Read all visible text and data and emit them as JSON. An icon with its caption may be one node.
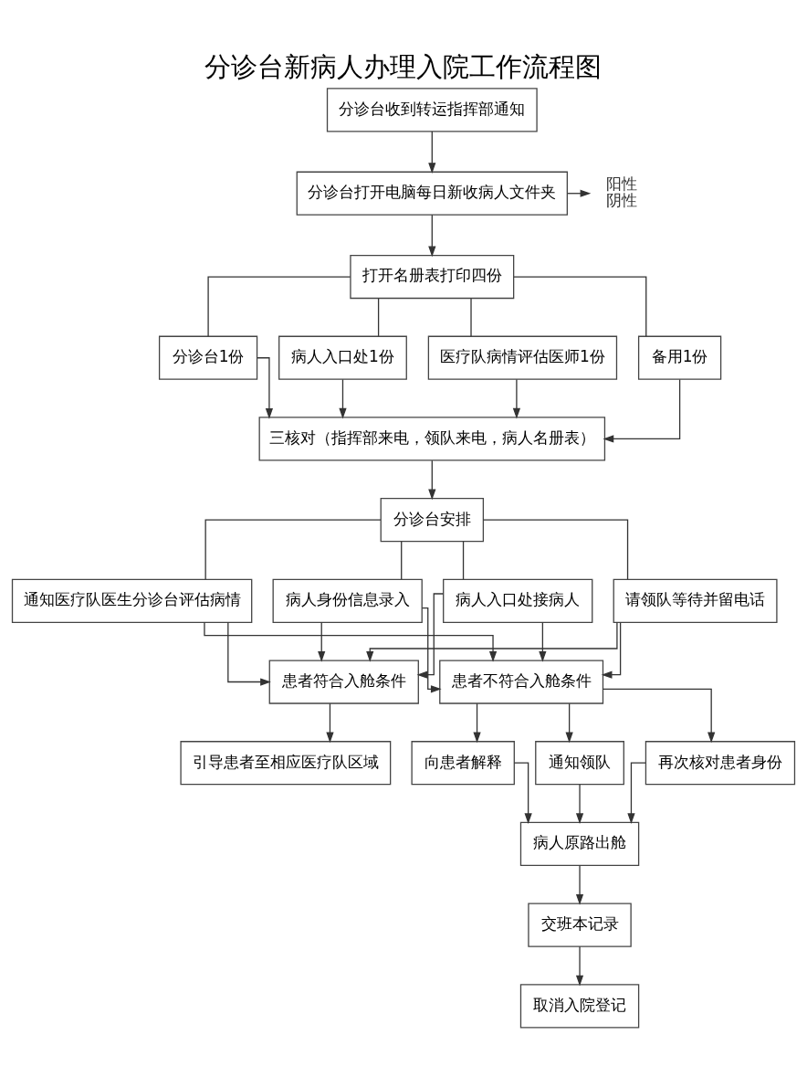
{
  "diagram": {
    "title": "分诊台新病人办理入院工作流程图",
    "nodes": [
      {
        "text": [
          "分诊台收到转运指挥部通知"
        ]
      },
      {
        "text": [
          "分诊台打开电脑每日新收病人文件夹"
        ]
      },
      {
        "text": [
          "阳性",
          "阴性"
        ]
      },
      {
        "text": [
          "打开名册表打印四份"
        ]
      },
      {
        "text": [
          "分诊台1份"
        ]
      },
      {
        "text": [
          "病人入口处1份"
        ]
      },
      {
        "text": [
          "医疗队病情评估医师1份"
        ]
      },
      {
        "text": [
          "备用1份"
        ]
      },
      {
        "text": [
          "三核对（指挥部来电，领队来电，病人名册表）"
        ]
      },
      {
        "text": [
          "分诊台安排"
        ]
      },
      {
        "text": [
          "病人入口处接病人"
        ]
      },
      {
        "text": [
          "请领队等待并留电话"
        ]
      },
      {
        "text": [
          "通知医疗队医生分诊台评估病情"
        ]
      },
      {
        "text": [
          "病人身份信息录入"
        ]
      },
      {
        "text": [
          "患者符合入舱条件"
        ]
      },
      {
        "text": [
          "患者不符合入舱条件"
        ]
      },
      {
        "text": [
          "引导患者至相应医疗队区域"
        ]
      },
      {
        "text": [
          "向患者解释"
        ]
      },
      {
        "text": [
          "通知领队"
        ]
      },
      {
        "text": [
          "再次核对患者身份"
        ]
      },
      {
        "text": [
          "病人原路出舱"
        ]
      },
      {
        "text": [
          "交班本记录"
        ]
      },
      {
        "text": [
          "取消入院登记"
        ]
      }
    ],
    "edges": [
      {
        "from": 0,
        "to": 1,
        "arrow": "to"
      },
      {
        "from": 1,
        "to": 2,
        "arrow": "to"
      },
      {
        "from": 1,
        "to": 3,
        "arrow": "to"
      },
      {
        "from": 3,
        "to": 4,
        "arrow": "none"
      },
      {
        "from": 3,
        "to": 5,
        "arrow": "none"
      },
      {
        "from": 3,
        "to": 6,
        "arrow": "none"
      },
      {
        "from": 3,
        "to": 7,
        "arrow": "none"
      },
      {
        "from": 4,
        "to": 8,
        "arrow": "to"
      },
      {
        "from": 5,
        "to": 8,
        "arrow": "to"
      },
      {
        "from": 6,
        "to": 8,
        "arrow": "to"
      },
      {
        "from": 7,
        "to": 8,
        "arrow": "to"
      },
      {
        "from": 8,
        "to": 9,
        "arrow": "to"
      },
      {
        "from": 9,
        "to": 10,
        "arrow": "none"
      },
      {
        "from": 9,
        "to": 11,
        "arrow": "none"
      },
      {
        "from": 9,
        "to": 12,
        "arrow": "none"
      },
      {
        "from": 9,
        "to": 13,
        "arrow": "none"
      },
      {
        "from": 10,
        "to": 14,
        "arrow": "to"
      },
      {
        "from": 11,
        "to": 14,
        "arrow": "to"
      },
      {
        "from": 12,
        "to": 14,
        "arrow": "to"
      },
      {
        "from": 13,
        "to": 14,
        "arrow": "to"
      },
      {
        "from": 10,
        "to": 15,
        "arrow": "to"
      },
      {
        "from": 11,
        "to": 15,
        "arrow": "to"
      },
      {
        "from": 12,
        "to": 15,
        "arrow": "to"
      },
      {
        "from": 13,
        "to": 15,
        "arrow": "to"
      },
      {
        "from": 14,
        "to": 16,
        "arrow": "to"
      },
      {
        "from": 15,
        "to": 17,
        "arrow": "to"
      },
      {
        "from": 15,
        "to": 18,
        "arrow": "to"
      },
      {
        "from": 15,
        "to": 19,
        "arrow": "to"
      },
      {
        "from": 17,
        "to": 20,
        "arrow": "to"
      },
      {
        "from": 18,
        "to": 20,
        "arrow": "to"
      },
      {
        "from": 19,
        "to": 20,
        "arrow": "to"
      },
      {
        "from": 20,
        "to": 21,
        "arrow": "to"
      },
      {
        "from": 21,
        "to": 22,
        "arrow": "to"
      }
    ]
  }
}
